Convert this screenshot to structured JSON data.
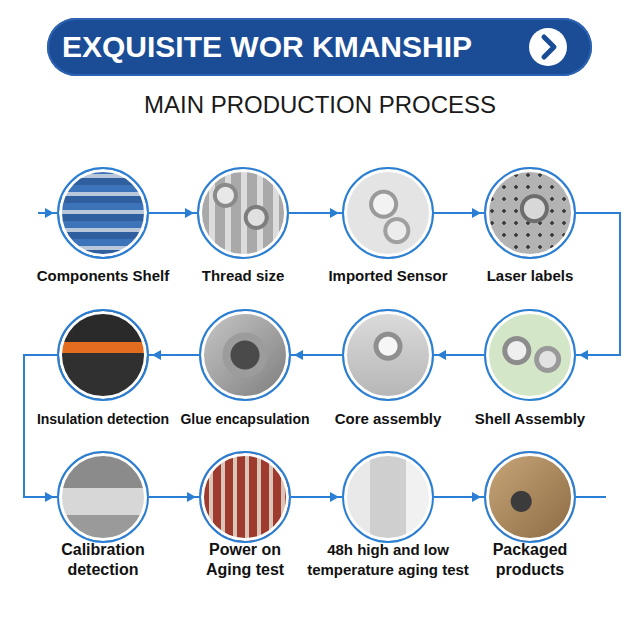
{
  "diagram": {
    "title": "EXQUISITE WOR KMANSHIP",
    "nodes": [
      {
        "text": [
          "Components Shelf"
        ]
      },
      {
        "text": [
          "Thread size"
        ]
      },
      {
        "text": [
          "Imported Sensor"
        ]
      },
      {
        "text": [
          "Laser labels"
        ]
      },
      {
        "text": [
          "Shell Assembly"
        ]
      },
      {
        "text": [
          "Core assembly"
        ]
      },
      {
        "text": [
          "Glue encapsulation"
        ]
      },
      {
        "text": [
          "Insulation detection"
        ]
      },
      {
        "text": [
          "Calibration detection"
        ]
      },
      {
        "text": [
          "Power on Aging test"
        ]
      },
      {
        "text": [
          "48h high and low temperature aging test"
        ]
      },
      {
        "text": [
          "Packaged products"
        ]
      }
    ],
    "edges": [
      {
        "from": 0,
        "to": 1,
        "arrow": "to"
      },
      {
        "from": 1,
        "to": 2,
        "arrow": "to"
      },
      {
        "from": 2,
        "to": 3,
        "arrow": "to"
      },
      {
        "from": 3,
        "to": 4,
        "arrow": "to"
      },
      {
        "from": 4,
        "to": 5,
        "arrow": "to"
      },
      {
        "from": 5,
        "to": 6,
        "arrow": "to"
      },
      {
        "from": 6,
        "to": 7,
        "arrow": "to"
      },
      {
        "from": 7,
        "to": 8,
        "arrow": "to"
      },
      {
        "from": 8,
        "to": 9,
        "arrow": "to"
      },
      {
        "from": 9,
        "to": 10,
        "arrow": "to"
      },
      {
        "from": 10,
        "to": 11,
        "arrow": "to"
      }
    ],
    "labels": [
      "MAIN PRODUCTION PROCESS"
    ]
  }
}
